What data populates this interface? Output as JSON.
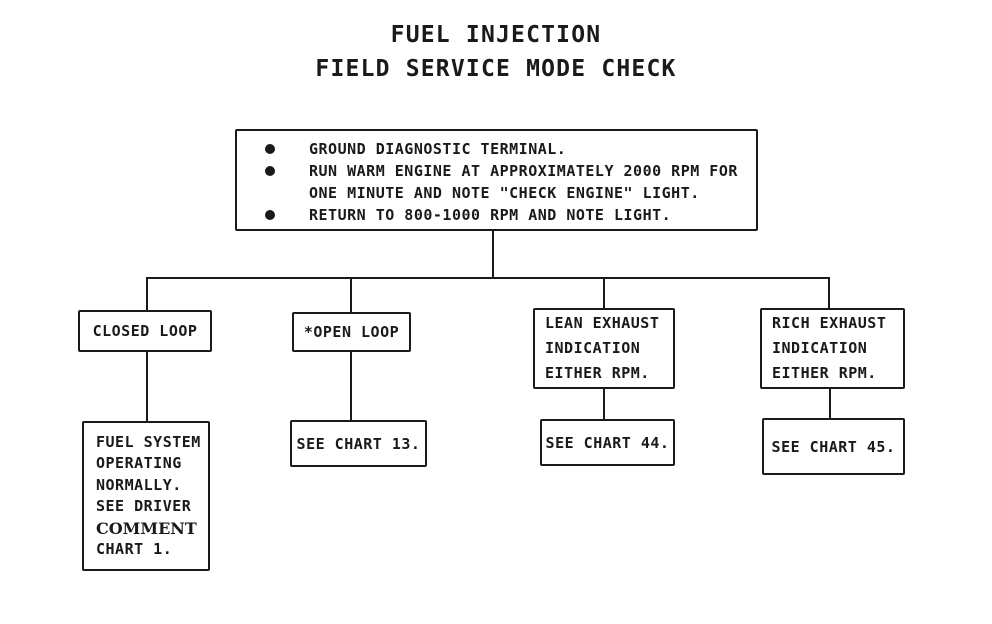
{
  "title": {
    "line1": "FUEL INJECTION",
    "line2": "FIELD SERVICE MODE CHECK"
  },
  "instructions": {
    "items": [
      {
        "bullet": true,
        "text": "GROUND DIAGNOSTIC TERMINAL."
      },
      {
        "bullet": true,
        "text": "RUN WARM ENGINE AT APPROXIMATELY 2000 RPM FOR"
      },
      {
        "bullet": false,
        "text": "ONE MINUTE AND NOTE \"CHECK ENGINE\" LIGHT."
      },
      {
        "bullet": true,
        "text": "RETURN TO 800-1000 RPM AND NOTE LIGHT."
      }
    ]
  },
  "branches": [
    {
      "condition": {
        "line1": "CLOSED LOOP"
      },
      "result": {
        "line1": "FUEL SYSTEM",
        "line2": "OPERATING",
        "line3": "NORMALLY.",
        "line4": "SEE DRIVER",
        "line5": "COMMENT",
        "line6": "CHART 1."
      }
    },
    {
      "condition": {
        "line1": "*OPEN LOOP"
      },
      "result": {
        "line1": "SEE CHART 13."
      }
    },
    {
      "condition": {
        "line1": "LEAN EXHAUST",
        "line2": "INDICATION",
        "line3": "EITHER RPM."
      },
      "result": {
        "line1": "SEE CHART 44."
      }
    },
    {
      "condition": {
        "line1": "RICH EXHAUST",
        "line2": "INDICATION",
        "line3": "EITHER RPM."
      },
      "result": {
        "line1": "SEE CHART 45."
      }
    }
  ],
  "colors": {
    "ink": "#1a1a1a",
    "background": "#ffffff"
  }
}
